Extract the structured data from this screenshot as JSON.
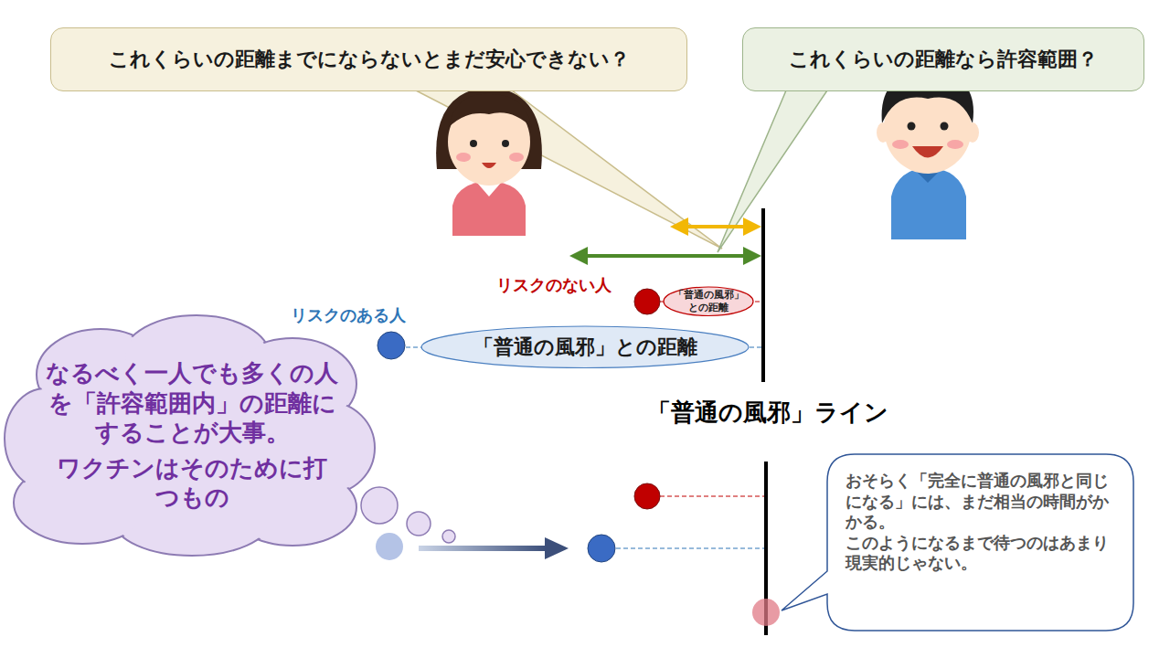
{
  "diagram": {
    "nodes": [
      {
        "text": [
          "これくらいの距離までにならないとまだ安心できない？"
        ]
      },
      {
        "text": [
          "これくらいの距離なら許容範囲？"
        ]
      },
      {
        "text": [
          "「普通の風邪」 との距離"
        ]
      },
      {
        "text": [
          "「普通の風邪」との距離"
        ]
      },
      {
        "text": [
          "なるべく一人でも多くの人を「許容範囲内」の距離にすることが大事。",
          "ワクチンはそのために打つもの"
        ]
      },
      {
        "text": [
          "おそらく「完全に普通の風邪と同じになる」には、まだ相当の時間がかかる。",
          "このようになるまで待つのはあまり現実的じゃない。"
        ]
      }
    ],
    "labels": [
      "リスクのない人",
      "リスクのある人",
      "「普通の風邪」ライン"
    ]
  }
}
